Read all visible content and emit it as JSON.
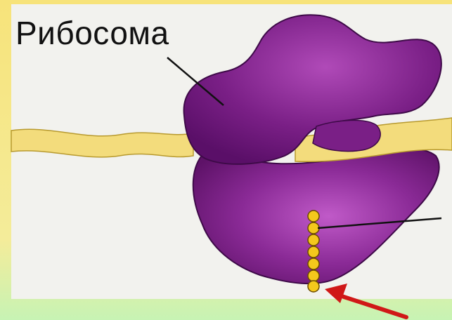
{
  "diagram": {
    "label": "Рибосома",
    "colors": {
      "ribosome": "#7a1f86",
      "ribosome_dark": "#4e0d5a",
      "mrna": "#f3dc7c",
      "bead": "#f4c81c",
      "arrow": "#d01818",
      "border_yellow": "#f7e37a",
      "border_green": "#c7f3b4",
      "background": "#f2f2ee"
    },
    "icons": [
      "ribosome-shape",
      "mrna-strand",
      "amino-acid-bead",
      "arrow-icon"
    ]
  }
}
